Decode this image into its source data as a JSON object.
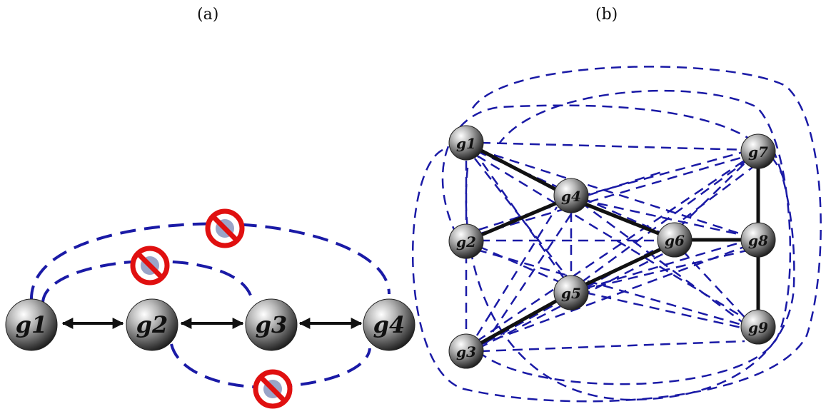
{
  "panels": {
    "a": {
      "label": "(a)",
      "nodes": [
        "g1",
        "g2",
        "g3",
        "g4"
      ]
    },
    "b": {
      "label": "(b)",
      "nodes": [
        "g1",
        "g2",
        "g3",
        "g4",
        "g5",
        "g6",
        "g7",
        "g8",
        "g9"
      ]
    }
  },
  "colors": {
    "solid_edge": "#111111",
    "dashed_edge": "#1a1aa6",
    "prohibited_sign": "#e01010"
  }
}
